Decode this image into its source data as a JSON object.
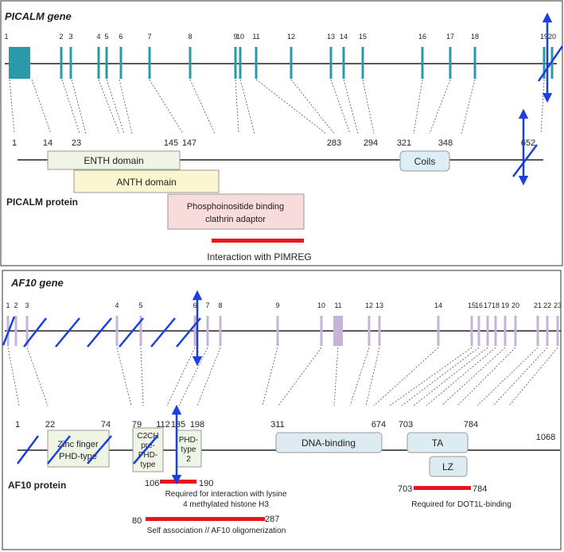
{
  "picalm": {
    "gene_title": "PICALM gene",
    "protein_title": "PICALM protein",
    "exons": [
      "1",
      "2",
      "3",
      "4",
      "5",
      "6",
      "7",
      "8",
      "9",
      "10",
      "11",
      "12",
      "13",
      "14",
      "15",
      "16",
      "17",
      "18",
      "19",
      "20"
    ],
    "positions": [
      "1",
      "14",
      "23",
      "145",
      "147",
      "283",
      "294",
      "321",
      "348",
      "652"
    ],
    "domains": {
      "enth": "ENTH domain",
      "anth": "ANTH domain",
      "phospho_line1": "Phosphoinositide binding",
      "phospho_line2": "clathrin adaptor",
      "coils": "Coils"
    },
    "interaction": "Interaction with PIMREG",
    "colors": {
      "exon": "#2a9aaa",
      "enth": "#eef5e4",
      "anth": "#fbf6cf",
      "phospho": "#f8dcdc",
      "coils": "#dceff6",
      "interaction": "#e8161c",
      "arrow": "#1c3fe0"
    }
  },
  "af10": {
    "gene_title": "AF10 gene",
    "protein_title": "AF10 protein",
    "exons": [
      "1",
      "2",
      "3",
      "4",
      "5",
      "6",
      "7",
      "8",
      "9",
      "10",
      "11",
      "12",
      "13",
      "14",
      "15",
      "16",
      "17",
      "18",
      "19",
      "20",
      "21",
      "22",
      "23"
    ],
    "positions": [
      "1",
      "22",
      "74",
      "79",
      "112",
      "135",
      "198",
      "311",
      "674",
      "703",
      "784",
      "1068"
    ],
    "domains": {
      "zf_line1": "Zinc finger",
      "zf_line2": "PHD-type",
      "c2ch_line1": "C2CH",
      "c2ch_line2": "pre-",
      "c2ch_line3": "PHD-",
      "c2ch_line4": "type",
      "phd2_line1": "PHD-",
      "phd2_line2": "type",
      "phd2_line3": "2",
      "dna": "DNA-binding",
      "ta": "TA",
      "lz": "LZ"
    },
    "bars": {
      "lysine_start": "106",
      "lysine_end": "190",
      "lysine_line1": "Required for interaction with lysine",
      "lysine_line2": "4 methylated histone H3",
      "dot1l_start": "703",
      "dot1l_end": "784",
      "dot1l_label": "Required for DOT1L-binding",
      "self_start": "80",
      "self_end": "287",
      "self_label": "Self association // AF10 oligomerization"
    },
    "colors": {
      "exon": "#c6b4d8",
      "domain": "#dcecf2",
      "zf": "#eef5e4",
      "bar": "#e8161c",
      "slash": "#1c3fe0"
    }
  }
}
